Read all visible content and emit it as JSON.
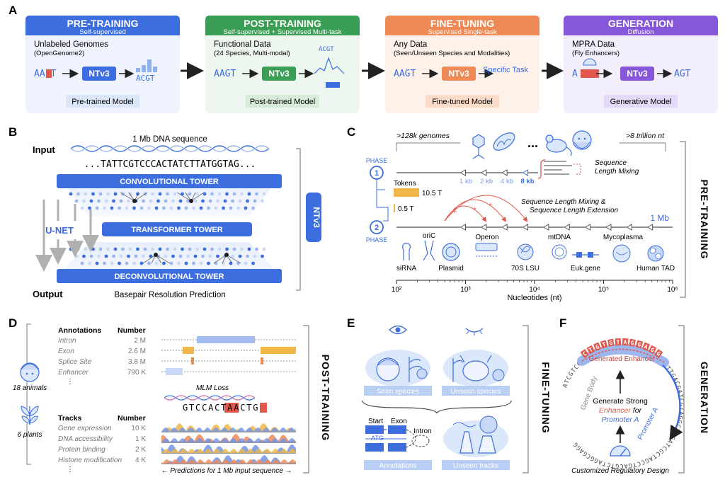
{
  "panel_letters": {
    "a": "A",
    "b": "B",
    "c": "C",
    "d": "D",
    "e": "E",
    "f": "F"
  },
  "colors": {
    "blue": "#3d6ee0",
    "green": "#3a9e54",
    "orange": "#ee8a55",
    "purple": "#8657d9",
    "red": "#e0584c",
    "gold": "#f0b646",
    "lightblue": "#dbe7fa"
  },
  "panel_a": {
    "stages": [
      {
        "title": "PRE-TRAINING",
        "subtitle": "Self-supervised",
        "data_title": "Unlabeled Genomes",
        "data_sub": "(OpenGenome2)",
        "seq": "AA T",
        "model": "NTv3",
        "output": "ACGT",
        "result": "Pre-trained Model"
      },
      {
        "title": "POST-TRAINING",
        "subtitle": "Self-supervised + Supervised Multi-task",
        "data_title": "Functional Data",
        "data_sub": "(24 Species, Multi-modal)",
        "seq": "AAGT",
        "model": "NTv3",
        "output": "ACGT",
        "result": "Post-trained Model"
      },
      {
        "title": "FINE-TUNING",
        "subtitle": "Supervised Single-task",
        "data_title": "Any Data",
        "data_sub": "(Seen/Unseen Species and Modalities)",
        "seq": "AAGT",
        "model": "NTv3",
        "output": "Specific Task",
        "result": "Fine-tuned Model"
      },
      {
        "title": "GENERATION",
        "subtitle": "Diffusion",
        "data_title": "MPRA Data",
        "data_sub": "(Fly Enhancers)",
        "seq": "A",
        "model": "NTv3",
        "output": "AGT",
        "result": "Generative Model"
      }
    ]
  },
  "panel_b": {
    "input_label": "Input",
    "output_label": "Output",
    "dna_title": "1 Mb DNA sequence",
    "sequence": "...TATTCGTCCCACTATCTTATGGTAG...",
    "conv": "CONVOLUTIONAL TOWER",
    "transformer": "TRANSFORMER TOWER",
    "deconv": "DECONVOLUTIONAL TOWER",
    "unet": "U-NET",
    "model": "NTv3",
    "prediction": "Basepair Resolution Prediction"
  },
  "panel_c": {
    "side_label": "PRE-TRAINING",
    "genomes": ">128k genomes",
    "trillion": ">8 trillion nt",
    "ellipsis": "...",
    "phase_word": "PHASE",
    "phase1": "1",
    "phase2": "2",
    "tokens_label": "Tokens",
    "sequence_mixing": "Sequence\nLength Mixing",
    "mix_extend": "Sequence Length Mixing &\nSequence Length Extension",
    "lengths": [
      "1 kb",
      "2 kb",
      "4 kb",
      "8 kb"
    ],
    "mb_label": "1 Mb",
    "objects": [
      "siRNA",
      "oriC",
      "Plasmid",
      "Operon",
      "70S LSU",
      "mtDNA",
      "Euk.gene",
      "Mycoplasma",
      "Human TAD"
    ],
    "xlabel": "Nucleotides (nt)",
    "xticks": [
      "10²",
      "10³",
      "10⁴",
      "10⁵",
      "10⁶"
    ]
  },
  "chart_data": {
    "type": "bar",
    "title": "Tokens",
    "categories": [
      "Phase 1",
      "Phase 2"
    ],
    "values": [
      10.5,
      0.5
    ],
    "value_labels": [
      "10.5 T",
      "0.5 T"
    ],
    "unit": "T"
  },
  "panel_d": {
    "side_label": "POST-TRAINING",
    "animals": "18 animals",
    "plants": "6 plants",
    "ann_header": [
      "Annotations",
      "Number"
    ],
    "annotations": [
      {
        "name": "Intron",
        "num": "2 M"
      },
      {
        "name": "Exon",
        "num": "2.6 M"
      },
      {
        "name": "Splice Site",
        "num": "3.8 M"
      },
      {
        "name": "Enhancer",
        "num": "790 K"
      }
    ],
    "dots": "⋮",
    "mlm": "MLM Loss",
    "mlm_seq": "GTCCACTAACTG",
    "tracks_header": [
      "Tracks",
      "Number"
    ],
    "tracks": [
      {
        "name": "Gene expression",
        "num": "10 K"
      },
      {
        "name": "DNA accessibility",
        "num": "1 K"
      },
      {
        "name": "Protein binding",
        "num": "2 K"
      },
      {
        "name": "Histone modification",
        "num": "4 K"
      }
    ],
    "predictions": "← Predictions for 1 Mb input sequence →"
  },
  "panel_e": {
    "side_label": "FINE-TUNING",
    "seen": "Seen species",
    "unseen": "Unseen species",
    "start": "Start",
    "exon": "Exon",
    "intron": "Intron",
    "atg": "ATG",
    "annotations": "Annotations",
    "unseen_tracks": "Unseen tracks"
  },
  "panel_f": {
    "side_label": "GENERATION",
    "generated_enhancer": "Generated Enhancer",
    "line1": "Generate Strong",
    "enhancer": "Enhancer",
    "for_word": "for",
    "promoter_line": "Promoter A",
    "gene_body": "Gene Body",
    "promoter_a": "Promoter A",
    "ring_seq": "ATCGTCGGTACGCTAGCATGCATCGTAGCTTGACGATCGTAGGCTCGATCGCTAGCCTGACGTCTAGGCGAGG",
    "enh_seq": "CTGTGTAGGAGG",
    "caption": "Customized Regulatory Design"
  }
}
